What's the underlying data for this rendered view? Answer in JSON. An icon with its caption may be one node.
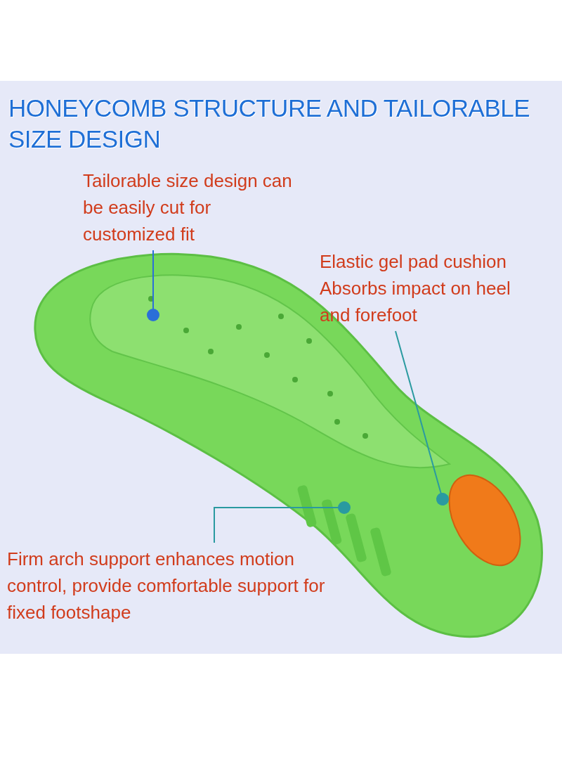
{
  "diagram": {
    "title": "HONEYCOMB STRUCTURE AND TAILORABLE SIZE DESIGN",
    "nodes": [
      {
        "text": [
          "Tailorable size design can be easily cut for customized fit"
        ]
      },
      {
        "text": [
          "Elastic gel pad cushion Absorbs impact on heel and forefoot"
        ]
      },
      {
        "text": [
          "Firm arch support enhances motion control, provide comfortable support for fixed footshape"
        ]
      }
    ],
    "edges": [
      {
        "from": 0,
        "to": null,
        "arrow": "other",
        "color": "#2b6fd8"
      },
      {
        "from": 1,
        "to": null,
        "arrow": "other"
      },
      {
        "from": 2,
        "to": null,
        "arrow": "other"
      }
    ]
  }
}
